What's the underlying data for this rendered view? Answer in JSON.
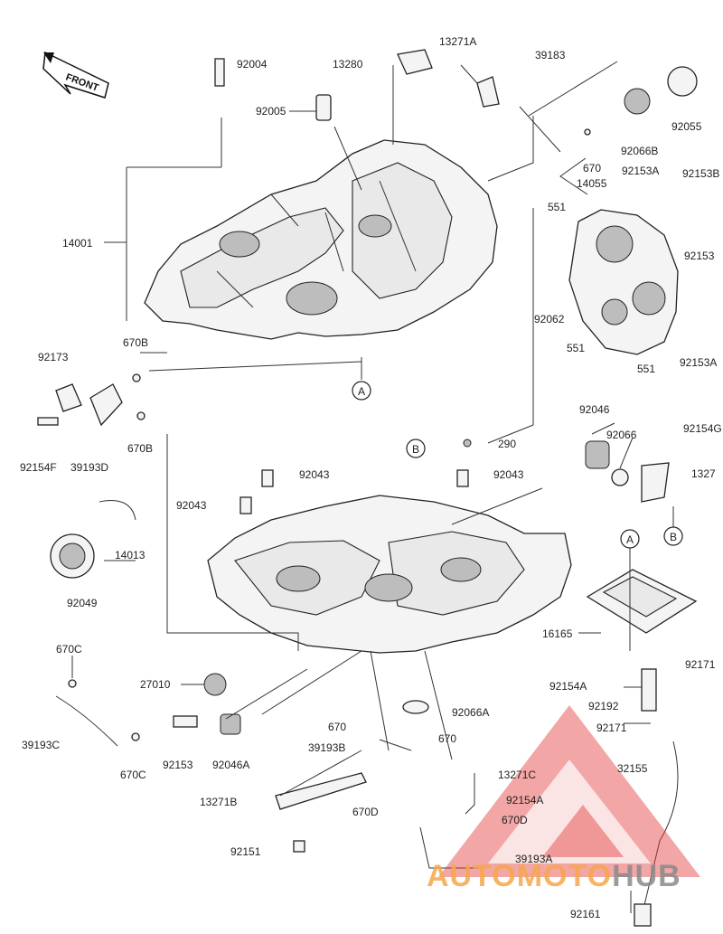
{
  "front_label": "FRONT",
  "labels": {
    "l92004": "92004",
    "l92005": "92005",
    "l13280": "13280",
    "l13271A": "13271A",
    "l39183": "39183",
    "l92055": "92055",
    "l92066B": "92066B",
    "l670": "670",
    "l14055": "14055",
    "l92153A": "92153A",
    "l92153B": "92153B",
    "l551a": "551",
    "l92153b2": "92153",
    "l92062": "92062",
    "l551b": "551",
    "l551c": "551",
    "l92153Az": "92153A",
    "l14001": "14001",
    "l92173": "92173",
    "l670B1": "670B",
    "l670B2": "670B",
    "l92154f": "92154F",
    "l39193D": "39193D",
    "l92046": "92046",
    "l92066": "92066",
    "l92154G": "92154G",
    "l1327": "1327",
    "l290": "290",
    "l92043a": "92043",
    "l92043b": "92043",
    "l92043c": "92043",
    "l14013": "14013",
    "l92049": "92049",
    "l16165": "16165",
    "l92171a": "92171",
    "l92154A1": "92154A",
    "l92192": "92192",
    "l92171b": "92171",
    "l32155": "32155",
    "l670C1": "670C",
    "l27010": "27010",
    "l39193C": "39193C",
    "l670C2": "670C",
    "l92153": "92153",
    "l92046A": "92046A",
    "l670x": "670",
    "l39193B": "39193B",
    "l670y": "670",
    "l92066A": "92066A",
    "l13271C": "13271C",
    "l92154A2": "92154A",
    "l13271B": "13271B",
    "l670D1": "670D",
    "l670D2": "670D",
    "l92151": "92151",
    "l39193A": "39193A",
    "l92161": "92161"
  },
  "callouts": {
    "A1": "A",
    "A2": "A",
    "B1": "B",
    "B2": "B"
  },
  "watermark": {
    "part1": "AUTOMOTO",
    "part2": "HUB"
  },
  "colors": {
    "logo_red": "#e23a3a",
    "logo_orange": "#f5a84a",
    "logo_gray": "#8a8a8a"
  }
}
